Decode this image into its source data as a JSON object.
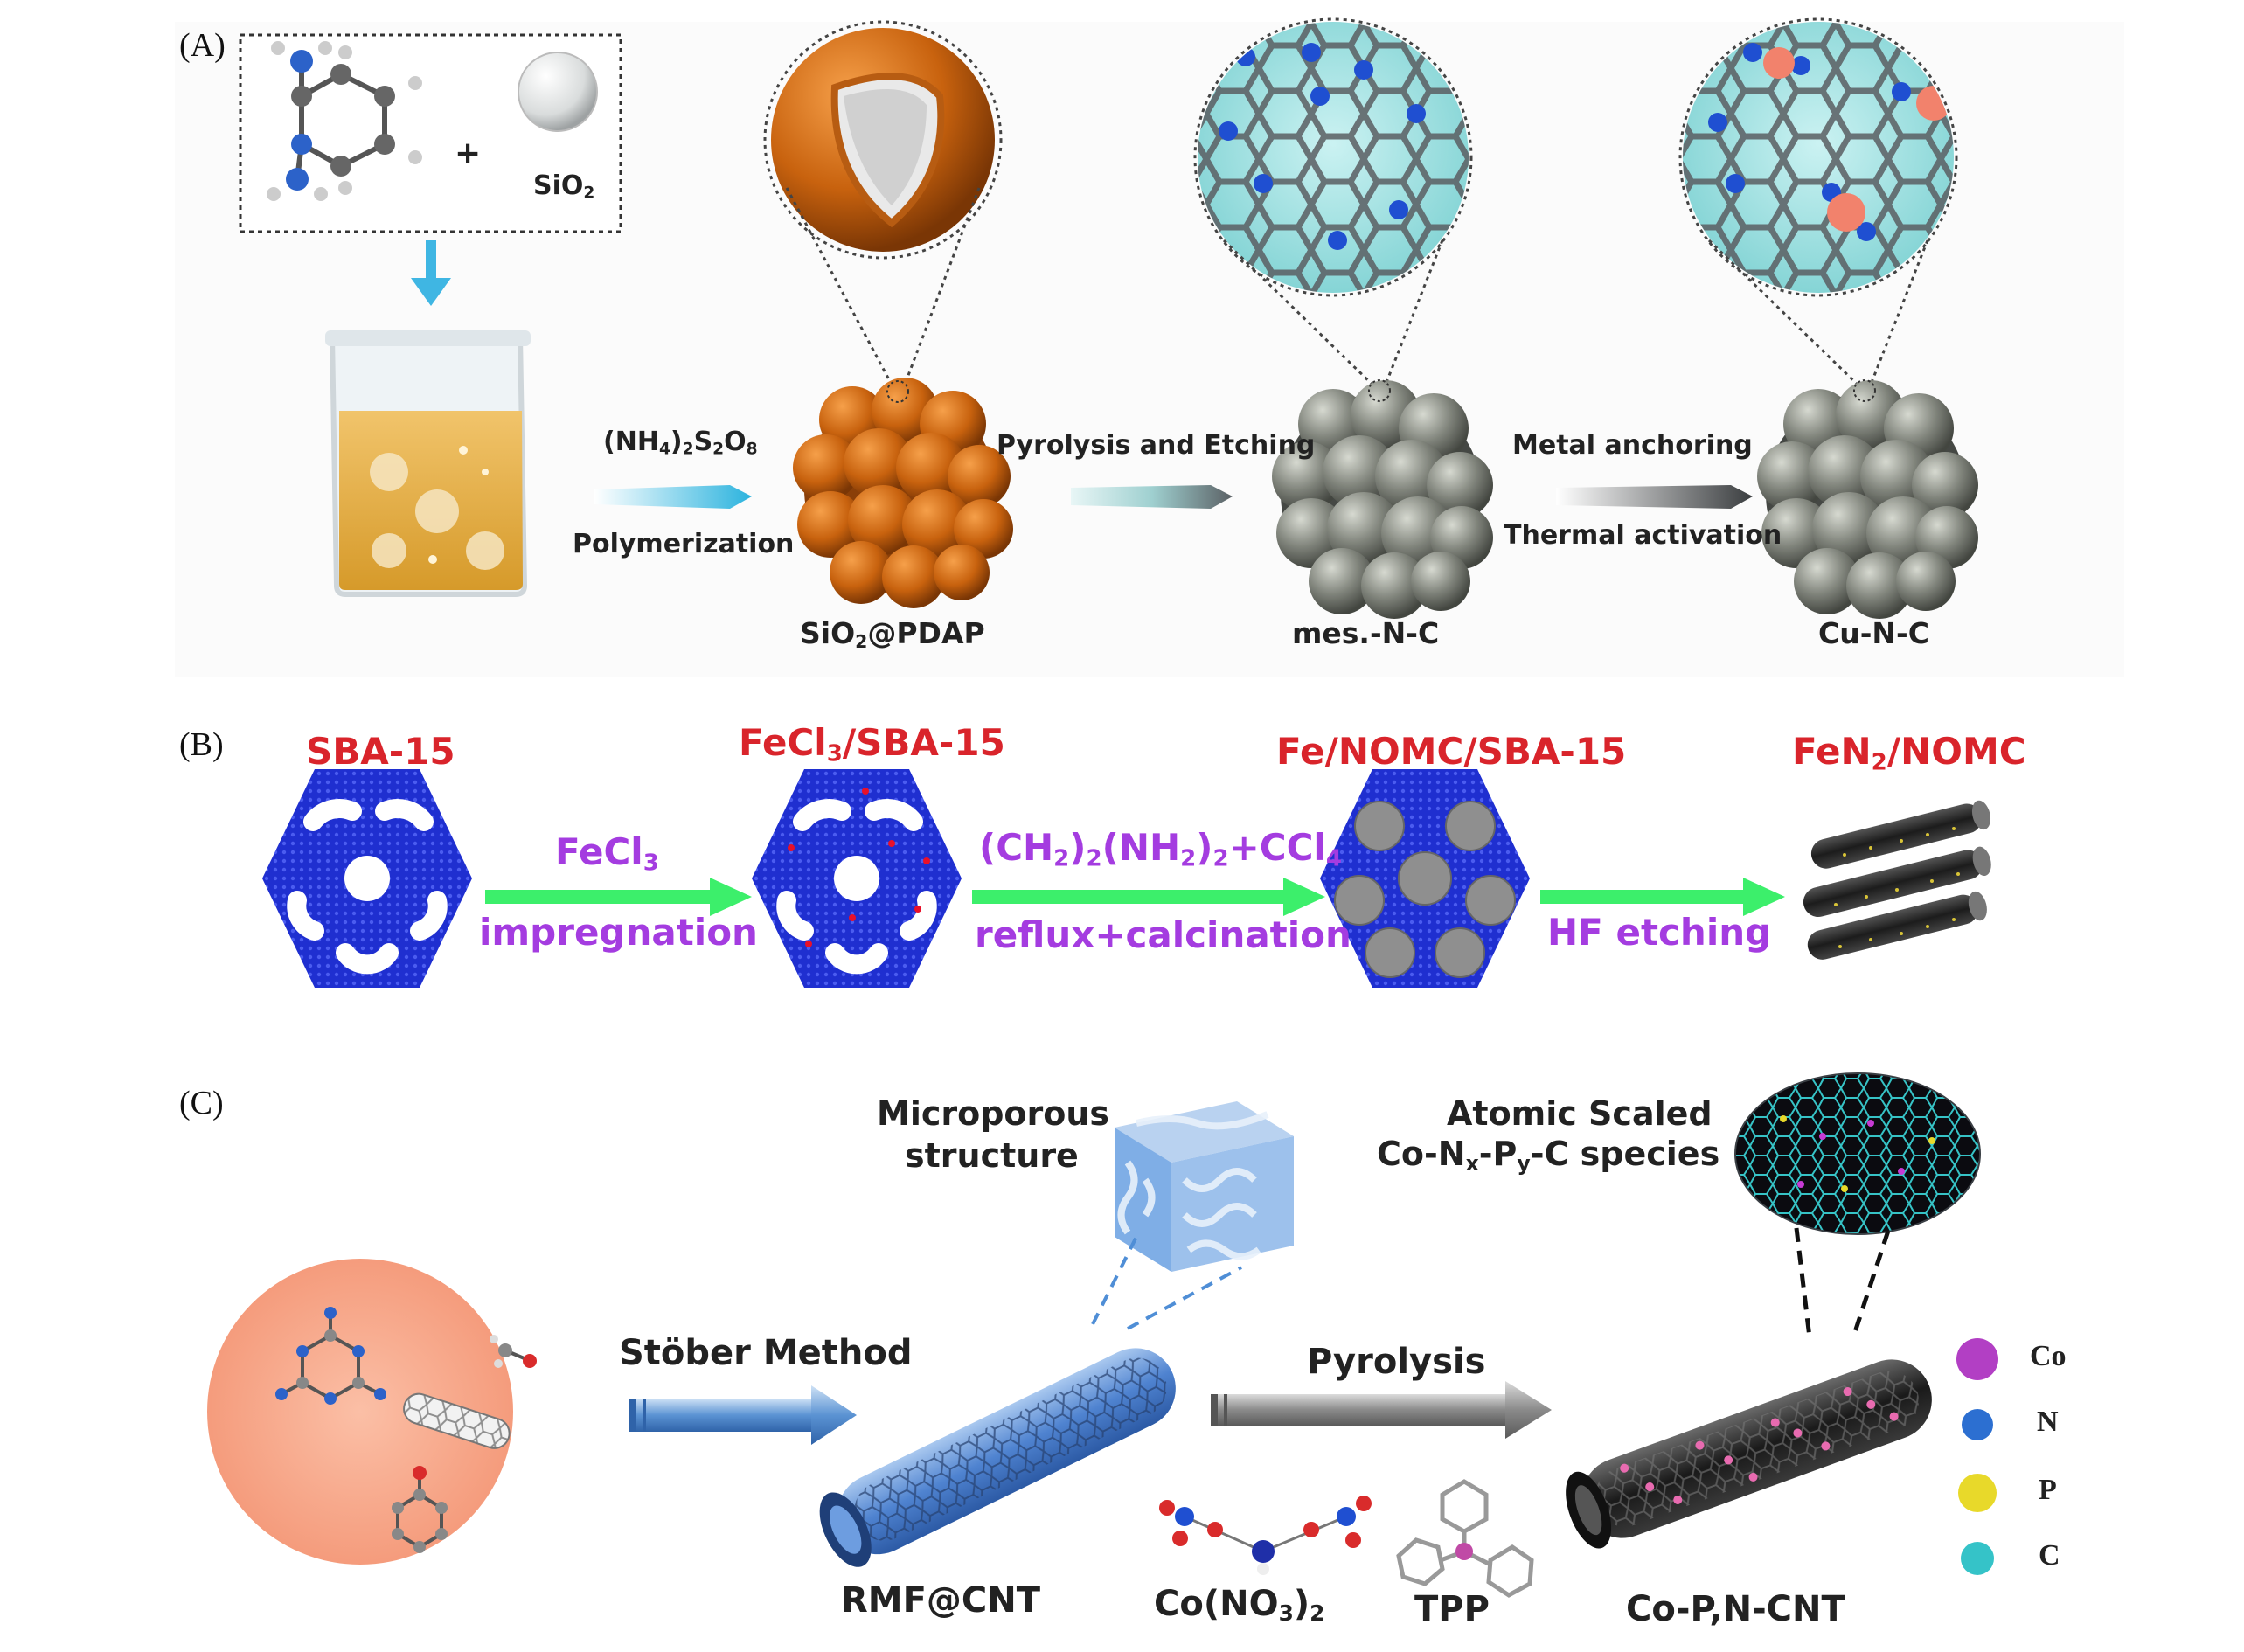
{
  "panelA": {
    "label": "(A)",
    "plus": "+",
    "sio2": "SiO",
    "sio2_sub": "2",
    "reagent_pre": "(NH",
    "reagent_sub1": "4",
    "reagent_mid1": ")",
    "reagent_sub2": "2",
    "reagent_mid2": "S",
    "reagent_sub3": "2",
    "reagent_mid3": "O",
    "reagent_sub4": "8",
    "polymerization": "Polymerization",
    "pyrolysis_etching": "Pyrolysis and Etching",
    "metal_anchoring": "Metal anchoring",
    "thermal_activation": "Thermal activation",
    "product1_pre": "SiO",
    "product1_sub": "2",
    "product1_post": "@PDAP",
    "product2": "mes.-N-C",
    "product3": "Cu-N-C"
  },
  "panelB": {
    "label": "(B)",
    "stage1": "SBA-15",
    "stage2_pre": "FeCl",
    "stage2_sub": "3",
    "stage2_post": "/SBA-15",
    "stage3": "Fe/NOMC/SBA-15",
    "stage4_pre": "FeN",
    "stage4_sub": "2",
    "stage4_post": "/NOMC",
    "arrow1_top_pre": "FeCl",
    "arrow1_top_sub": "3",
    "arrow1_bottom": "impregnation",
    "arrow2_top_a": "(CH",
    "arrow2_top_s1": "2",
    "arrow2_top_b": ")",
    "arrow2_top_s2": "2",
    "arrow2_top_c": "(NH",
    "arrow2_top_s3": "2",
    "arrow2_top_d": ")",
    "arrow2_top_s4": "2",
    "arrow2_top_e": "+CCl",
    "arrow2_top_s5": "4",
    "arrow2_bottom": "reflux+calcination",
    "arrow3": "HF etching"
  },
  "panelC": {
    "label": "(C)",
    "microporous_1": "Microporous",
    "microporous_2": "structure",
    "atomic_1": "Atomic Scaled",
    "atomic_2_a": "Co-N",
    "atomic_2_s1": "x",
    "atomic_2_b": "-P",
    "atomic_2_s2": "y",
    "atomic_2_c": "-C species",
    "stober": "Stöber Method",
    "pyrolysis": "Pyrolysis",
    "rmf": "RMF@CNT",
    "cono3_pre": "Co(NO",
    "cono3_sub1": "3",
    "cono3_mid": ")",
    "cono3_sub2": "2",
    "tpp": "TPP",
    "product": "Co-P,N-CNT",
    "legend": [
      {
        "label": "Co",
        "color": "#b23fc4"
      },
      {
        "label": "N",
        "color": "#2c6fd1"
      },
      {
        "label": "P",
        "color": "#e8d92a"
      },
      {
        "label": "C",
        "color": "#35c3c8"
      }
    ]
  }
}
